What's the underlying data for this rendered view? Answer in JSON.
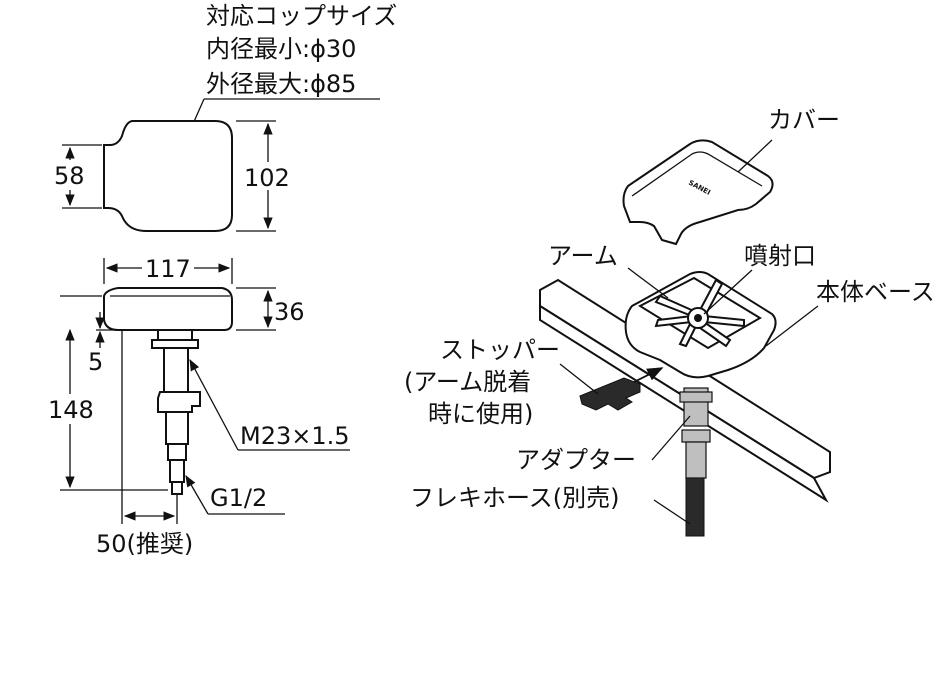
{
  "dimension_drawing": {
    "cup_size_title": "対応コップサイズ",
    "inner_diameter": "内径最小:ϕ30",
    "outer_diameter": "外径最大:ϕ85",
    "dim_58": "58",
    "dim_102": "102",
    "dim_117": "117",
    "dim_36": "36",
    "dim_5": "5",
    "dim_148": "148",
    "thread_m23": "M23×1.5",
    "thread_g12": "G1/2",
    "dim_50": "50(推奨)"
  },
  "exploded_view": {
    "cover": "カバー",
    "arm": "アーム",
    "nozzle": "噴射口",
    "base": "本体ベース",
    "stopper_line1": "ストッパー",
    "stopper_line2": "(アーム脱着",
    "stopper_line3": "時に使用)",
    "adapter": "アダプター",
    "flex_hose": "フレキホース(別売)",
    "brand_mark": "SANEI"
  }
}
